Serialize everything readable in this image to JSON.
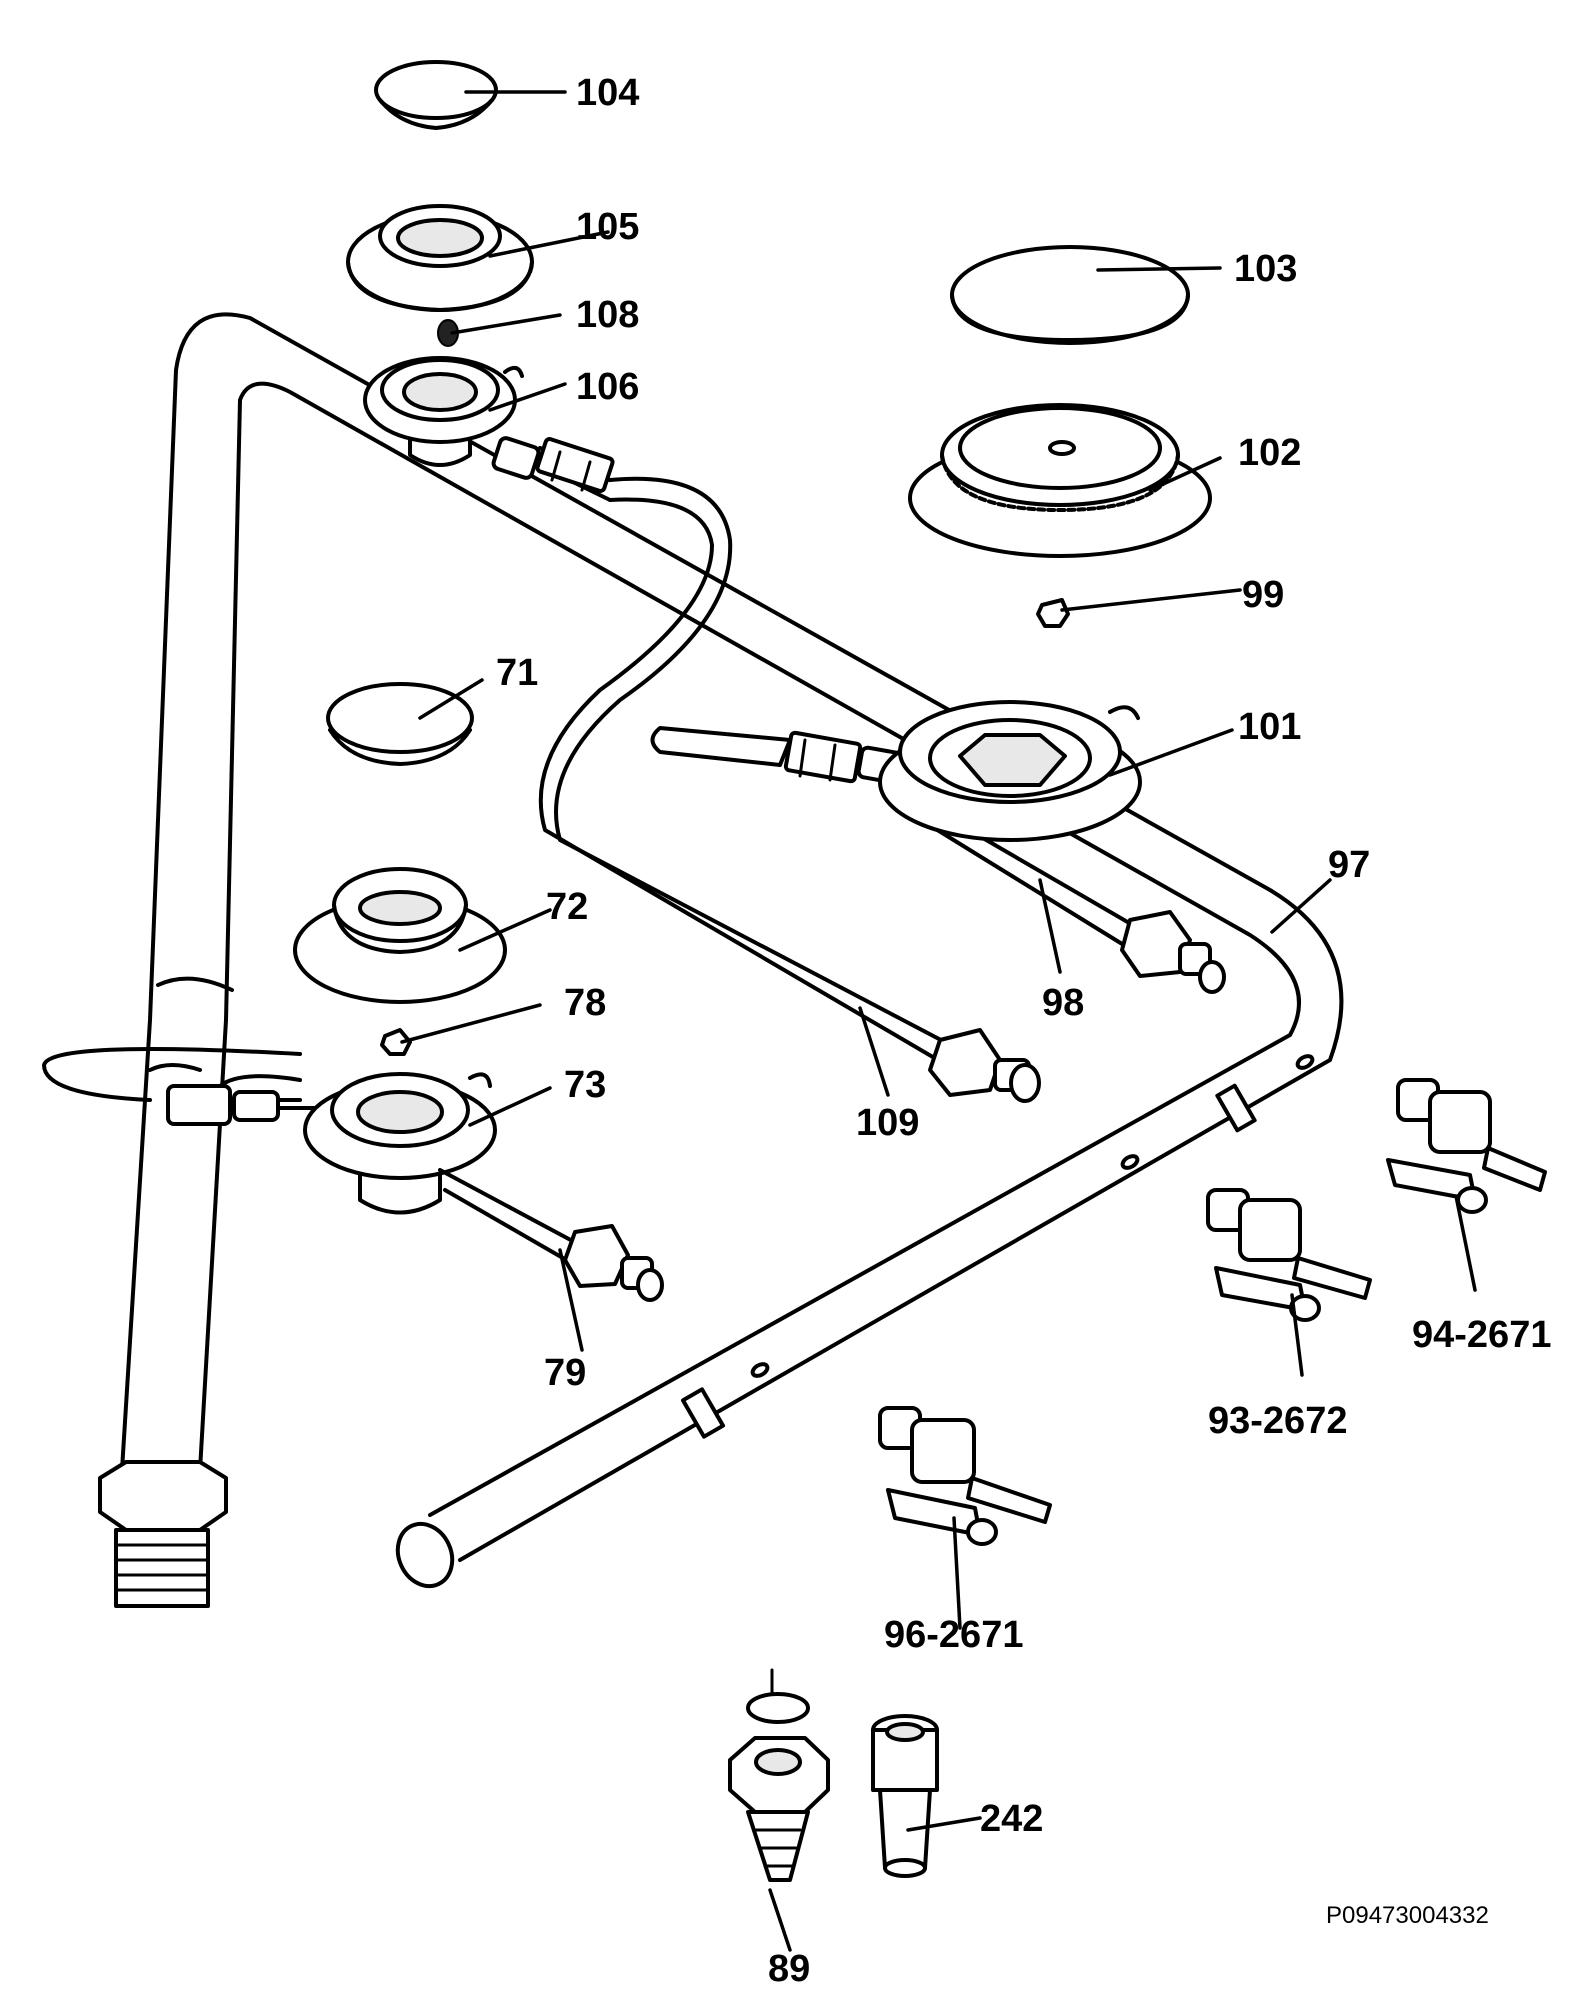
{
  "diagram": {
    "reference_code": "P09473004332",
    "parts": [
      {
        "id": "p104",
        "label": "104"
      },
      {
        "id": "p105",
        "label": "105"
      },
      {
        "id": "p108",
        "label": "108"
      },
      {
        "id": "p106",
        "label": "106"
      },
      {
        "id": "p103",
        "label": "103"
      },
      {
        "id": "p102",
        "label": "102"
      },
      {
        "id": "p99",
        "label": "99"
      },
      {
        "id": "p71",
        "label": "71"
      },
      {
        "id": "p101",
        "label": "101"
      },
      {
        "id": "p97",
        "label": "97"
      },
      {
        "id": "p72",
        "label": "72"
      },
      {
        "id": "p78",
        "label": "78"
      },
      {
        "id": "p98",
        "label": "98"
      },
      {
        "id": "p73",
        "label": "73"
      },
      {
        "id": "p109",
        "label": "109"
      },
      {
        "id": "p94",
        "label": "94-2671"
      },
      {
        "id": "p93",
        "label": "93-2672"
      },
      {
        "id": "p79",
        "label": "79"
      },
      {
        "id": "p96",
        "label": "96-2671"
      },
      {
        "id": "p242",
        "label": "242"
      },
      {
        "id": "p89",
        "label": "89"
      }
    ]
  }
}
